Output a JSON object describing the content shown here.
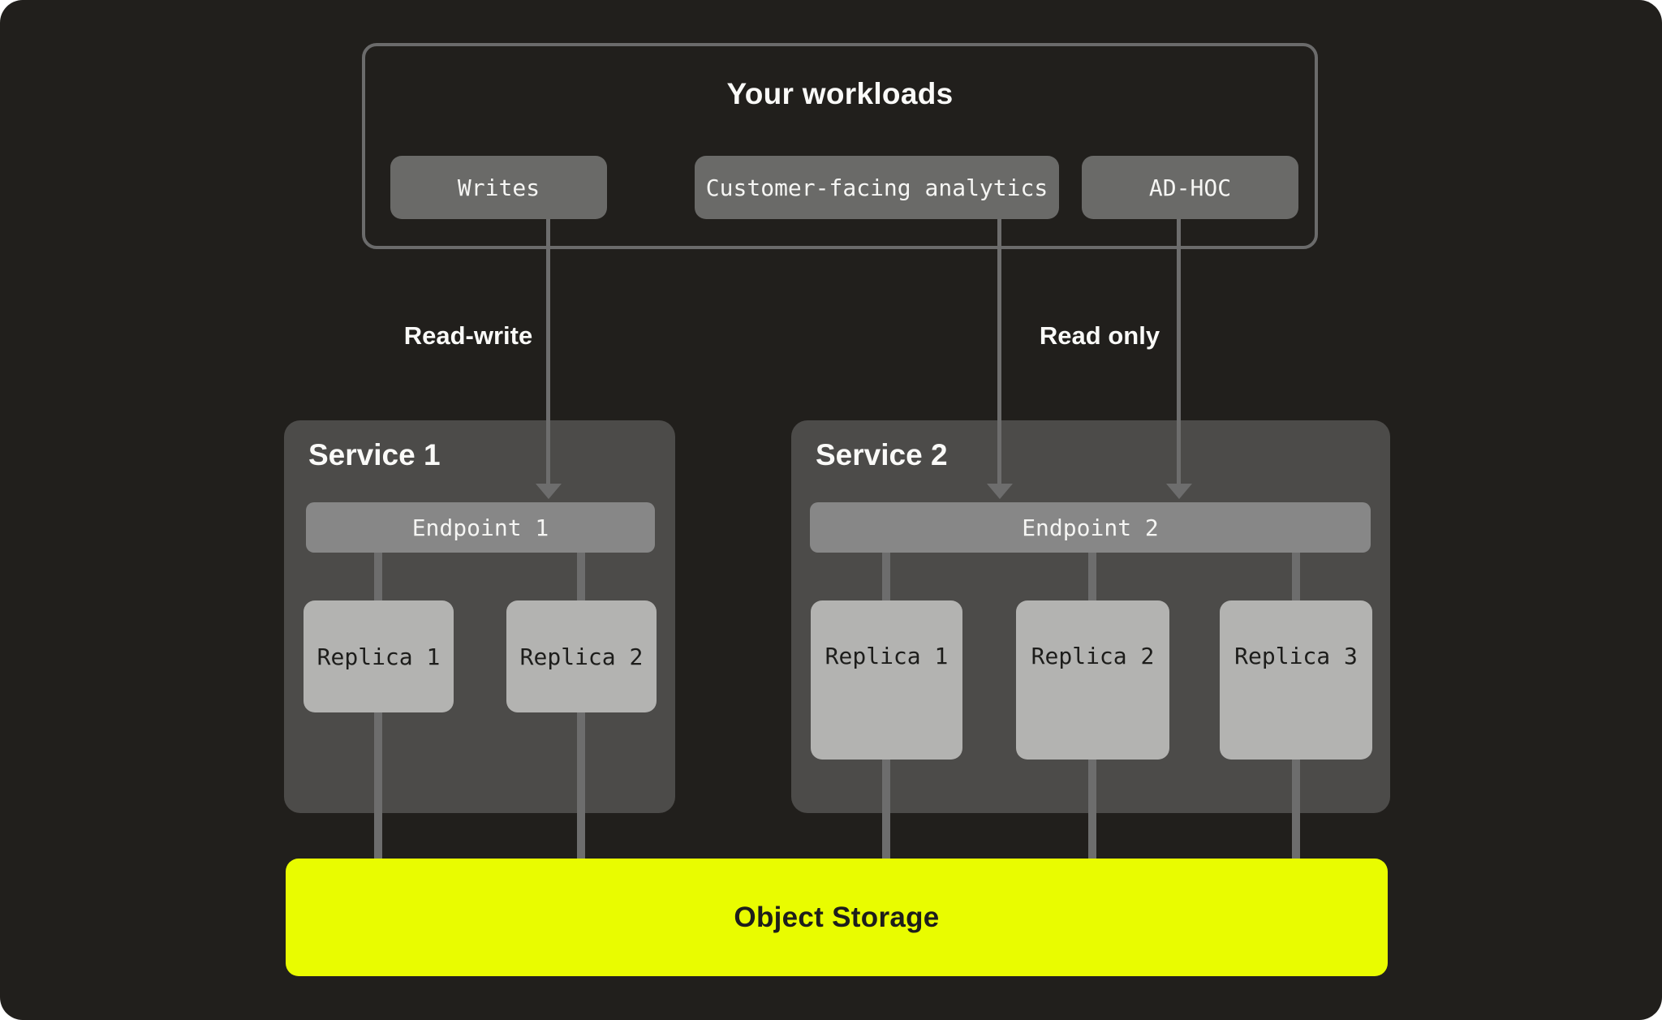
{
  "diagram": {
    "workloads": {
      "title": "Your workloads",
      "pills": [
        {
          "label": "Writes"
        },
        {
          "label": "Customer-facing analytics"
        },
        {
          "label": "AD-HOC"
        }
      ]
    },
    "edges": {
      "read_write": "Read-write",
      "read_only": "Read only"
    },
    "services": [
      {
        "title": "Service 1",
        "endpoint": "Endpoint 1",
        "replicas": [
          "Replica 1",
          "Replica 2"
        ]
      },
      {
        "title": "Service 2",
        "endpoint": "Endpoint 2",
        "replicas": [
          "Replica 1",
          "Replica 2",
          "Replica 3"
        ]
      }
    ],
    "storage": {
      "label": "Object Storage"
    },
    "colors": {
      "background": "#211F1C",
      "panel": "#4C4B49",
      "pill": "#6A6A68",
      "endpoint": "#878787",
      "replica": "#B3B3B1",
      "connector": "#6D6D6D",
      "outline": "#6B6B6B",
      "storage": "#E9FC00",
      "text_light": "#F5F5F3",
      "text_dark": "#1D1D1B"
    }
  }
}
